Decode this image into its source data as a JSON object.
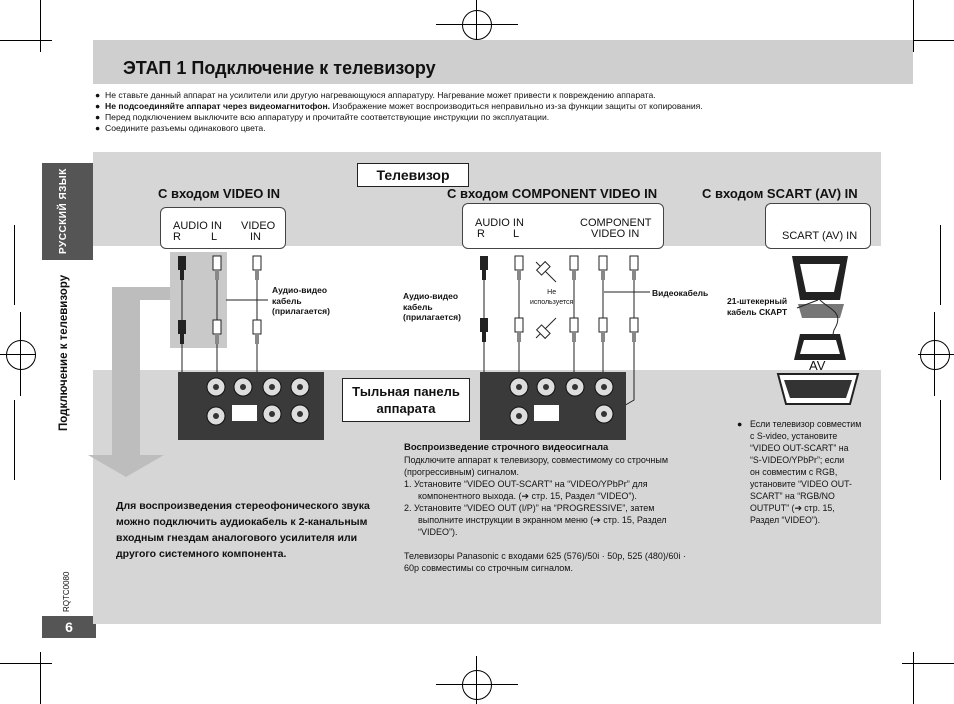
{
  "header": {
    "title": "ЭТАП 1 Подключение к телевизору"
  },
  "bullets": [
    {
      "bold": "",
      "text": "Не ставьте данный аппарат на усилители или другую нагревающуюся аппаратуру. Нагревание может привести к повреждению аппарата."
    },
    {
      "bold": "Не подсоединяйте аппарат через видеомагнитофон.",
      "text": " Изображение может воспроизводиться неправильно из-за функции защиты от копирования."
    },
    {
      "bold": "",
      "text": "Перед подключением выключите всю аппаратуру и прочитайте соответствующие инструкции по эксплуатации."
    },
    {
      "bold": "",
      "text": "Соедините разъемы одинакового цвета."
    }
  ],
  "sidebar": {
    "language": "РУССКИЙ ЯЗЫК",
    "section_title": "Подключение к телевизору",
    "model": "RQTC0080",
    "page_number": "6"
  },
  "diagram": {
    "tv_label": "Телевизор",
    "rear_label_line1": "Тыльная панель",
    "rear_label_line2": "аппарата",
    "columns": {
      "video_in": {
        "heading": "С входом VIDEO IN",
        "audio_in": "AUDIO IN",
        "r": "R",
        "l": "L",
        "video": "VIDEO",
        "in": "IN",
        "cable_line1": "Аудио-видео",
        "cable_line2": "кабель",
        "cable_line3": "(прилагается)"
      },
      "component": {
        "heading": "С входом COMPONENT VIDEO IN",
        "audio_in": "AUDIO IN",
        "r": "R",
        "l": "L",
        "component": "COMPONENT",
        "video_in": "VIDEO IN",
        "cable_line1": "Аудио-видео",
        "cable_line2": "кабель",
        "cable_line3": "(прилагается)",
        "not_used_1": "Не",
        "not_used_2": "используется",
        "video_cable": "Видеокабель"
      },
      "scart": {
        "heading": "С входом SCART (AV) IN",
        "jack": "SCART (AV) IN",
        "cable_line1": "21-штекерный",
        "cable_line2": "кабель СКАРТ",
        "av": "AV"
      }
    },
    "audio_note": "Для воспроизведения стереофонического звука можно подключить аудиокабель к 2-канальным входным гнездам аналогового усилителя или другого системного компонента.",
    "progressive": {
      "heading": "Воспроизведение строчного видеосигнала",
      "intro": "Подключите аппарат к телевизору, совместимому со строчным (прогрессивным) сигналом.",
      "step1_a": "1. Установите “VIDEO OUT-SCART” на “VIDEO/YPbPr” для",
      "step1_b": "компонентного выхода. (➔ стр. 15, Раздел “VIDEO”).",
      "step2_a": "2. Установите “VIDEO OUT (I/P)” на “PROGRESSIVE”, затем",
      "step2_b": "выполните инструкции в экранном меню (➔ стр. 15, Раздел",
      "step2_c": "“VIDEO”).",
      "footer_a": "Телевизоры Panasonic с входами 625 (576)/50i · 50p, 525 (480)/60i ·",
      "footer_b": "60p совместимы со строчным сигналом."
    },
    "scart_note": [
      "Если телевизор совместим",
      "с S-video, установите",
      "“VIDEO OUT-SCART” на",
      "“S-VIDEO/YPbPr”; если",
      "он совместим с RGB,",
      "установите “VIDEO OUT-",
      "SCART” на “RGB/NO",
      "OUTPUT” (➔ стр. 15,",
      "Раздел “VIDEO”)."
    ]
  },
  "colors": {
    "title_bar": "#cfcfcf",
    "panel": "#d6d6d6",
    "side_dark": "#555555"
  }
}
